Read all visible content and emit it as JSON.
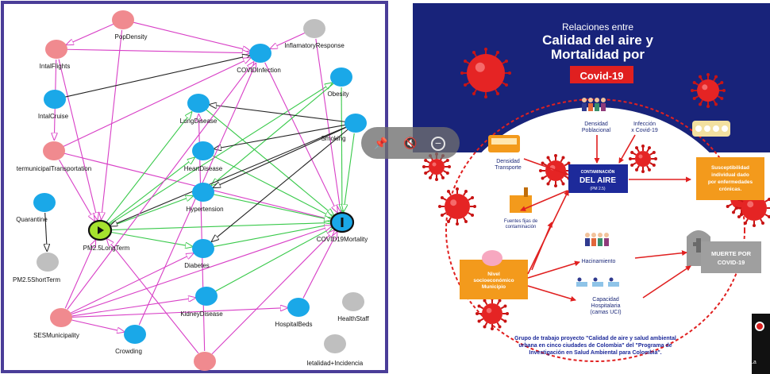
{
  "colors": {
    "pink_node": "#f08a8f",
    "blue_node": "#1aa8e8",
    "gray_node": "#bfbfbf",
    "magenta_edge": "#d83fc6",
    "green_edge": "#38c94a",
    "black_edge": "#222222",
    "frame": "#4a3d98",
    "poster_navy": "#18237a",
    "poster_red": "#e02020",
    "poster_orange": "#f39a1c"
  },
  "nodes": [
    {
      "id": "popdensity",
      "label": "PopDensity",
      "kind": "pink"
    },
    {
      "id": "intalflights",
      "label": "IntalFlights",
      "kind": "pink"
    },
    {
      "id": "intalcruise",
      "label": "IntalCruise",
      "kind": "blue"
    },
    {
      "id": "intermunicipal",
      "label": "termunicipalTransportation",
      "kind": "pink"
    },
    {
      "id": "quarantine",
      "label": "Quarantine",
      "kind": "blue"
    },
    {
      "id": "pm25short",
      "label": "PM2.5ShortTerm",
      "kind": "gray"
    },
    {
      "id": "pm25long",
      "label": "PM2.5LongTerm",
      "kind": "exposure"
    },
    {
      "id": "sesmunicipality",
      "label": "SESMunicipality",
      "kind": "pink"
    },
    {
      "id": "crowding",
      "label": "Crowding",
      "kind": "blue"
    },
    {
      "id": "kidney",
      "label": "KidneyDisease",
      "kind": "blue"
    },
    {
      "id": "diabetes",
      "label": "Diabetes",
      "kind": "blue"
    },
    {
      "id": "hypertension",
      "label": "Hypertension",
      "kind": "blue"
    },
    {
      "id": "heart",
      "label": "HeartDisease",
      "kind": "blue"
    },
    {
      "id": "lung",
      "label": "LungDisease",
      "kind": "blue"
    },
    {
      "id": "covidinfection",
      "label": "COVIDInfection",
      "kind": "blue"
    },
    {
      "id": "inflammatory",
      "label": "InflamatoryResponse",
      "kind": "gray"
    },
    {
      "id": "obesity",
      "label": "Obesity",
      "kind": "blue"
    },
    {
      "id": "smoking",
      "label": "Smoking",
      "kind": "blue"
    },
    {
      "id": "covidmortality",
      "label": "COVID19Mortality",
      "kind": "outcome"
    },
    {
      "id": "hospitalbeds",
      "label": "HospitalBeds",
      "kind": "blue"
    },
    {
      "id": "healthstaff",
      "label": "HealthStaff",
      "kind": "gray"
    },
    {
      "id": "letalidad",
      "label": "letalidad+Incidencia",
      "kind": "gray"
    },
    {
      "id": "bottompink",
      "label": "",
      "kind": "pink"
    }
  ],
  "edges": [
    {
      "from": "popdensity",
      "to": "covidinfection",
      "color": "magenta"
    },
    {
      "from": "popdensity",
      "to": "intalflights",
      "color": "magenta"
    },
    {
      "from": "popdensity",
      "to": "pm25long",
      "color": "magenta"
    },
    {
      "from": "intalflights",
      "to": "covidinfection",
      "color": "magenta"
    },
    {
      "from": "intalflights",
      "to": "intermunicipal",
      "color": "magenta"
    },
    {
      "from": "intalflights",
      "to": "pm25long",
      "color": "magenta"
    },
    {
      "from": "intalcruise",
      "to": "covidinfection",
      "color": "black"
    },
    {
      "from": "intermunicipal",
      "to": "covidinfection",
      "color": "magenta"
    },
    {
      "from": "intermunicipal",
      "to": "pm25long",
      "color": "magenta"
    },
    {
      "from": "intermunicipal",
      "to": "covidmortality",
      "color": "magenta"
    },
    {
      "from": "quarantine",
      "to": "pm25short",
      "color": "black"
    },
    {
      "from": "pm25long",
      "to": "lung",
      "color": "green"
    },
    {
      "from": "pm25long",
      "to": "heart",
      "color": "green"
    },
    {
      "from": "pm25long",
      "to": "hypertension",
      "color": "green"
    },
    {
      "from": "pm25long",
      "to": "diabetes",
      "color": "green"
    },
    {
      "from": "pm25long",
      "to": "obesity",
      "color": "green"
    },
    {
      "from": "pm25long",
      "to": "covidmortality",
      "color": "green"
    },
    {
      "from": "covidinfection",
      "to": "covidmortality",
      "color": "magenta"
    },
    {
      "from": "inflammatory",
      "to": "covidinfection",
      "color": "magenta"
    },
    {
      "from": "inflammatory",
      "to": "covidmortality",
      "color": "magenta"
    },
    {
      "from": "lung",
      "to": "covidmortality",
      "color": "green"
    },
    {
      "from": "heart",
      "to": "covidmortality",
      "color": "green"
    },
    {
      "from": "hypertension",
      "to": "covidmortality",
      "color": "green"
    },
    {
      "from": "diabetes",
      "to": "covidmortality",
      "color": "green"
    },
    {
      "from": "kidney",
      "to": "covidmortality",
      "color": "green"
    },
    {
      "from": "obesity",
      "to": "covidmortality",
      "color": "green"
    },
    {
      "from": "obesity",
      "to": "hypertension",
      "color": "green"
    },
    {
      "from": "smoking",
      "to": "lung",
      "color": "black"
    },
    {
      "from": "smoking",
      "to": "heart",
      "color": "black"
    },
    {
      "from": "smoking",
      "to": "hypertension",
      "color": "black"
    },
    {
      "from": "smoking",
      "to": "diabetes",
      "color": "black"
    },
    {
      "from": "smoking",
      "to": "covidmortality",
      "color": "green"
    },
    {
      "from": "smoking",
      "to": "pm25long",
      "color": "black"
    },
    {
      "from": "sesmunicipality",
      "to": "covidinfection",
      "color": "magenta"
    },
    {
      "from": "sesmunicipality",
      "to": "crowding",
      "color": "magenta"
    },
    {
      "from": "sesmunicipality",
      "to": "kidney",
      "color": "magenta"
    },
    {
      "from": "sesmunicipality",
      "to": "hospitalbeds",
      "color": "magenta"
    },
    {
      "from": "sesmunicipality",
      "to": "pm25long",
      "color": "magenta"
    },
    {
      "from": "sesmunicipality",
      "to": "diabetes",
      "color": "magenta"
    },
    {
      "from": "sesmunicipality",
      "to": "covidmortality",
      "color": "magenta"
    },
    {
      "from": "bottompink",
      "to": "pm25long",
      "color": "magenta"
    },
    {
      "from": "bottompink",
      "to": "lung",
      "color": "magenta"
    },
    {
      "from": "bottompink",
      "to": "covidmortality",
      "color": "magenta"
    },
    {
      "from": "hospitalbeds",
      "to": "covidmortality",
      "color": "magenta"
    },
    {
      "from": "crowding",
      "to": "covidinfection",
      "color": "magenta"
    }
  ],
  "poster": {
    "title_line1": "Relaciones entre",
    "title_line2": "Calidad del aire y",
    "title_line3": "Mortalidad por",
    "badge": "Covid-19",
    "densidad_poblacional": [
      "Densidad",
      "Poblacional"
    ],
    "infeccion": [
      "Infección",
      "x Covid-19"
    ],
    "densidad_transporte": [
      "Densidad",
      "Transporte"
    ],
    "contaminacion_small": "CONTAMINACIÓN",
    "contaminacion_big": "DEL AIRE",
    "contaminacion_pm": "(PM 2.5)",
    "fuentes": [
      "Fuentes fijas de",
      "contaminación"
    ],
    "susceptibilidad": [
      "Susceptibilidad",
      "individual dado",
      "por enfermedades",
      "crónicas."
    ],
    "nivel": [
      "Nivel",
      "socioeconómico",
      "Municipio"
    ],
    "hacinamiento": "Hacinamiento",
    "capacidad": [
      "Capacidad",
      "Hospitalaria",
      "(camas UCI)"
    ],
    "muerte": [
      "MUERTE POR",
      "COVID-19"
    ],
    "footer": [
      "Grupo de trabajo proyecto \"Calidad de aire y salud ambiental",
      "urbana en cinco ciudades de Colombia\" del \"Programa de",
      "Investigación en Salud Ambiental para Colombia\"."
    ]
  },
  "overlay_icons": [
    "pin-icon",
    "mute-icon",
    "minus-icon"
  ],
  "corner_text": "La"
}
